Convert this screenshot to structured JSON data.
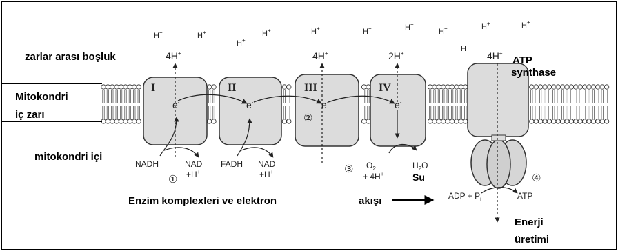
{
  "labels": {
    "intermembrane": "zarlar arası boşluk",
    "inner_membrane_line1": "Mitokondri",
    "inner_membrane_line2": "iç zarı",
    "matrix": "mitokondri içi",
    "flow": "Enzim komplexleri ve elektron",
    "flow_arrow_word": "akışı",
    "energy_line1": "Enerji",
    "energy_line2": "üretimi",
    "atp_synthase_line1": "ATP",
    "atp_synthase_line2": "synthase"
  },
  "complexes": [
    "I",
    "II",
    "III",
    "IV"
  ],
  "protons_top": [
    "4H",
    "4H",
    "2H",
    "4H"
  ],
  "scattered_h": [
    "H",
    "H",
    "H",
    "H",
    "H",
    "H",
    "H",
    "H",
    "H",
    "H",
    "H"
  ],
  "electron": "e",
  "reactants": {
    "nadh": "NADH",
    "nad1": "NAD",
    "nad1_h": "+H",
    "fadh": "FADH",
    "nad2": "NAD",
    "nad2_h": "+H",
    "o2": "O",
    "o2_sub": "2",
    "plus_4h": "+ 4H",
    "h2o": "H",
    "h2o_sub": "2",
    "h2o_o": "O",
    "su": "Su",
    "adp": "ADP + P",
    "adp_sub": "i",
    "atp": "ATP"
  },
  "markers": [
    "①",
    "②",
    "③",
    "④"
  ]
}
